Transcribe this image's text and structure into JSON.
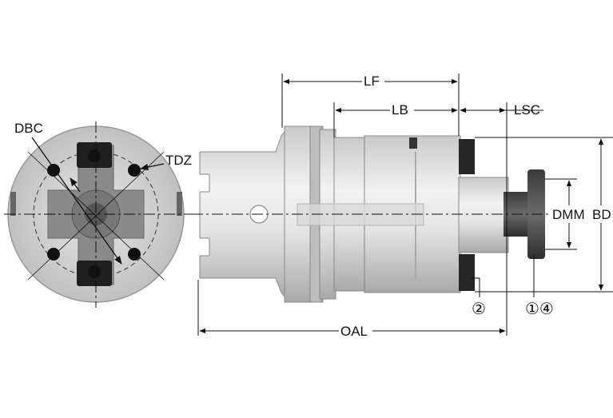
{
  "labels": {
    "dbc": "DBC",
    "tdz": "TDZ",
    "lf": "LF",
    "lb": "LB",
    "lsc": "LSC",
    "dmm": "DMM",
    "bd": "BD",
    "oal": "OAL"
  },
  "callouts": {
    "c2": "②",
    "c14": "①④"
  }
}
